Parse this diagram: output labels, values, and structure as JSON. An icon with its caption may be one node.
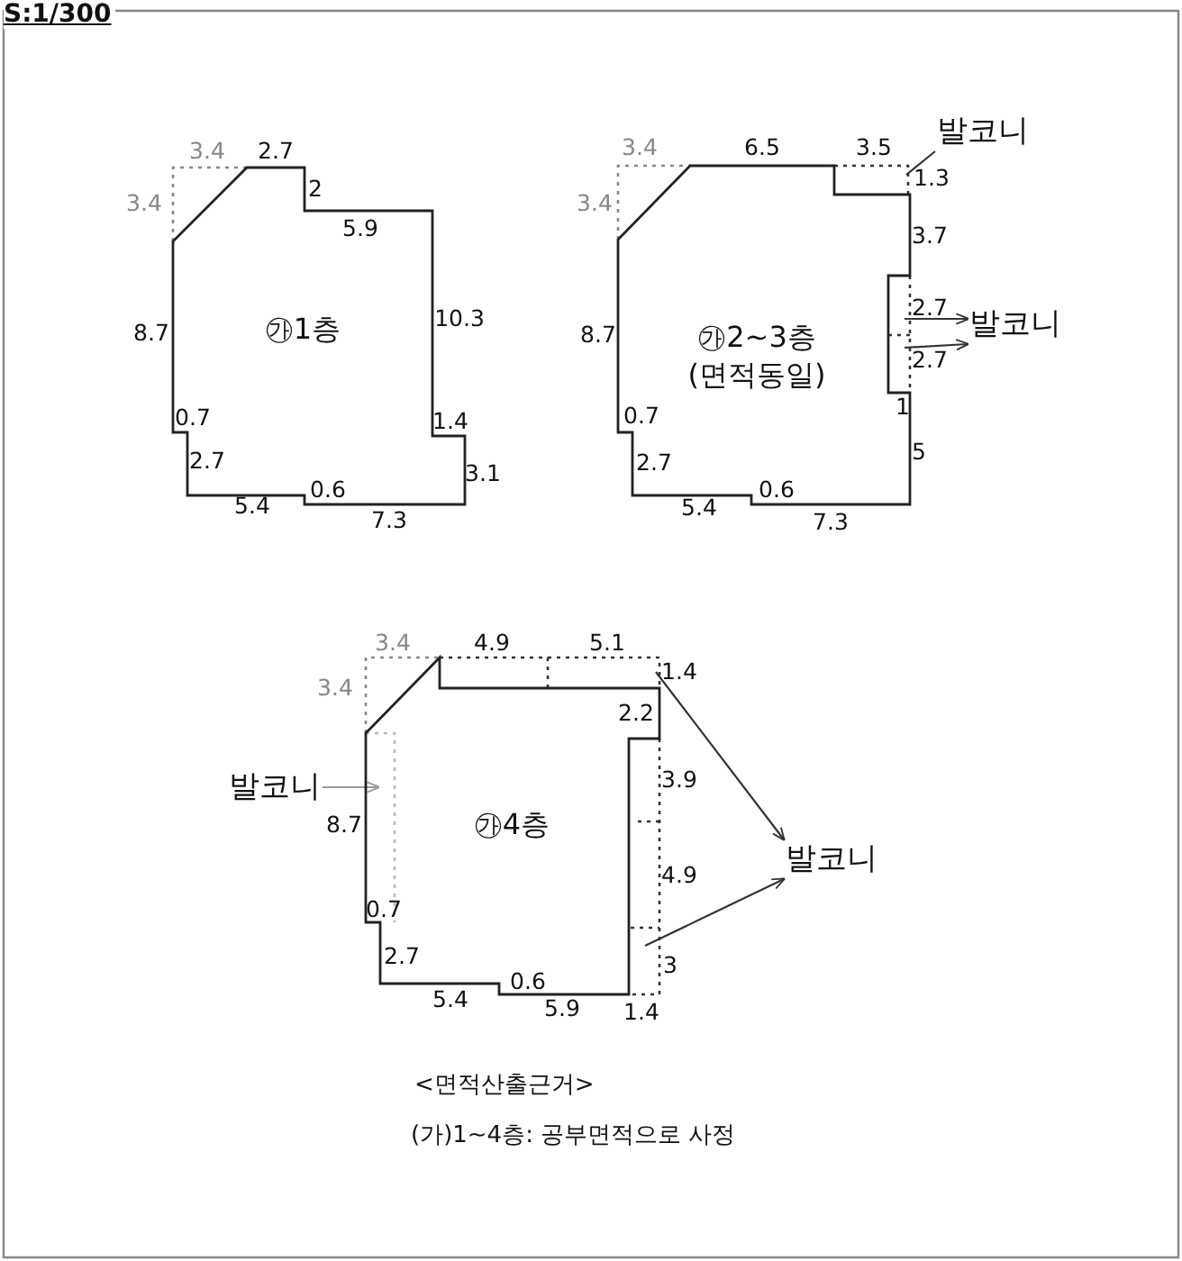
{
  "diagram": {
    "nodes": [
      {
        "text": [
          "㉮1층"
        ]
      },
      {
        "text": [
          "㉮2~3층 (면적동일)"
        ]
      },
      {
        "text": [
          "㉮4층"
        ]
      },
      {
        "text": [
          "발코니"
        ]
      },
      {
        "text": [
          "발코니"
        ]
      },
      {
        "text": [
          "발코니"
        ]
      },
      {
        "text": [
          "발코니"
        ]
      }
    ],
    "edges": [
      {
        "from": 3,
        "to": 1,
        "arrow": "none"
      },
      {
        "from": 1,
        "to": 4,
        "arrow": "to"
      },
      {
        "from": 1,
        "to": 4,
        "arrow": "to"
      },
      {
        "from": 5,
        "to": 2,
        "arrow": "to",
        "color": "#999999"
      },
      {
        "from": 2,
        "to": 6,
        "arrow": "to"
      },
      {
        "from": 2,
        "to": 6,
        "arrow": "to"
      }
    ],
    "labels": [
      "S:1/300",
      "3.4",
      "2.7",
      "3.4",
      "2",
      "5.9",
      "8.7",
      "10.3",
      "0.7",
      "1.4",
      "2.7",
      "3.1",
      "0.6",
      "5.4",
      "7.3",
      "3.4",
      "6.5",
      "3.5",
      "3.4",
      "1.3",
      "3.7",
      "8.7",
      "2.7",
      "2.7",
      "1",
      "0.7",
      "5",
      "2.7",
      "0.6",
      "5.4",
      "7.3",
      "3.4",
      "4.9",
      "5.1",
      "1.4",
      "3.4",
      "2.2",
      "3.9",
      "8.7",
      "4.9",
      "0.7",
      "3",
      "2.7",
      "0.6",
      "5.4",
      "5.9",
      "1.4",
      "<면적산출근거>",
      "(가)1~4층: 공부면적으로 사정"
    ]
  }
}
